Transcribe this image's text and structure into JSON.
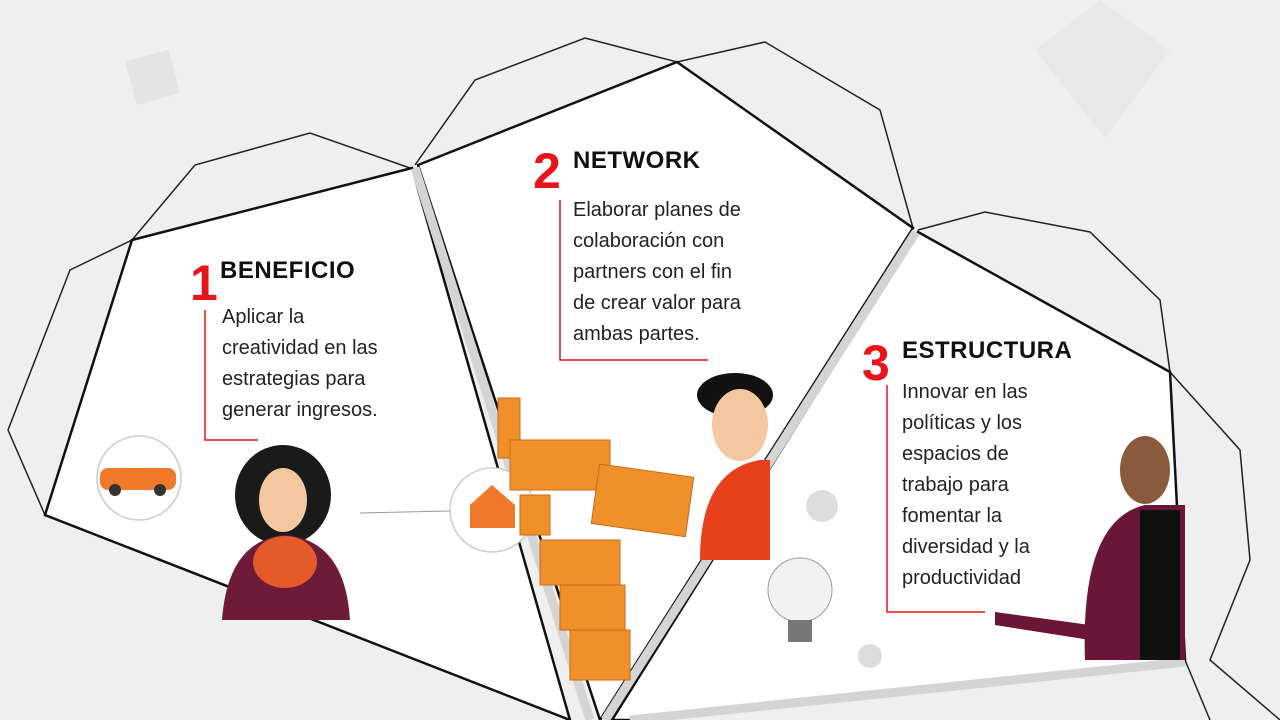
{
  "steps": [
    {
      "number": "1",
      "title": "BENEFICIO",
      "lines": [
        "Aplicar la",
        "creatividad en las",
        "estrategias para",
        "generar ingresos."
      ]
    },
    {
      "number": "2",
      "title": "NETWORK",
      "lines": [
        "Elaborar planes de",
        "colaboración con",
        "partners con el fin",
        "de crear valor para",
        "ambas partes."
      ]
    },
    {
      "number": "3",
      "title": "ESTRUCTURA",
      "lines": [
        "Innovar en las",
        "políticas y los",
        "espacios de",
        "trabajo para",
        "fomentar la",
        "diversidad y la",
        "productividad"
      ]
    }
  ],
  "colors": {
    "accent": "#e8141c",
    "background": "#efefef",
    "orange": "#f07a2a"
  }
}
